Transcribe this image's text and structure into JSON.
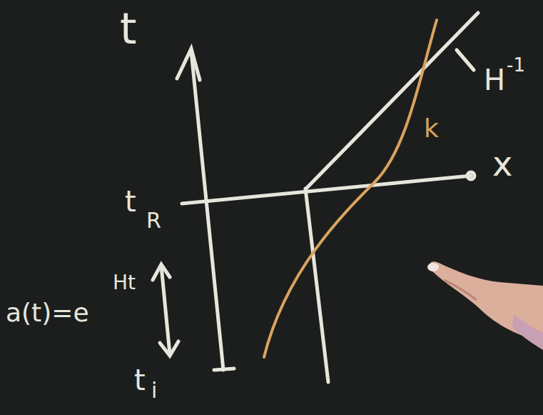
{
  "diagram": {
    "labels": [
      "t",
      "x",
      "t",
      "R",
      "a(t)=e",
      "Ht",
      "t",
      "i",
      "H",
      "-1",
      "k"
    ]
  }
}
